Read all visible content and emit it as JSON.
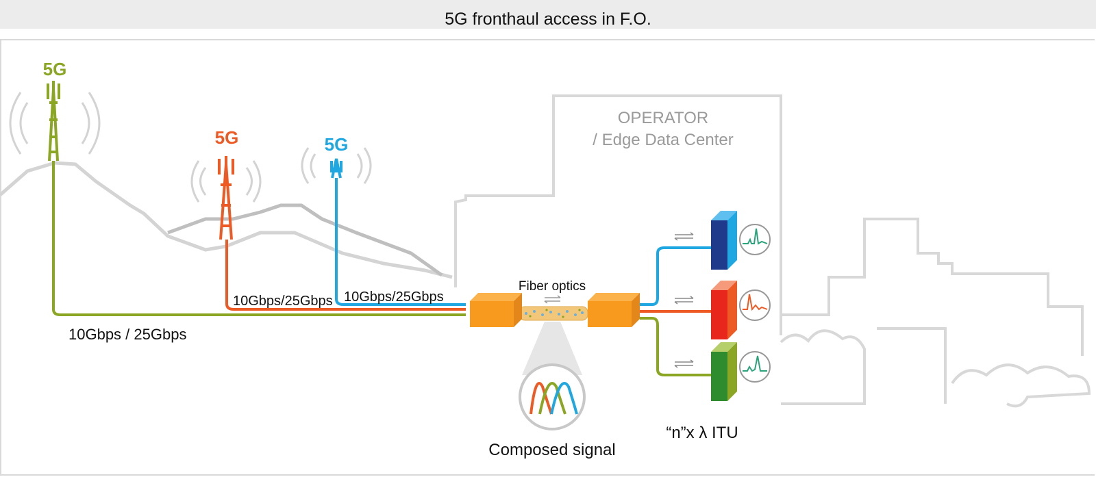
{
  "title": "5G fronthaul access in F.O.",
  "towers": [
    {
      "label": "5G",
      "color": "#8aa623"
    },
    {
      "label": "5G",
      "color": "#ee5a24"
    },
    {
      "label": "5G",
      "color": "#1ea7e1"
    }
  ],
  "links": [
    {
      "label": "10Gbps / 25Gbps",
      "color": "#8aa623"
    },
    {
      "label": "10Gbps/25Gbps",
      "color": "#ee5a24"
    },
    {
      "label": "10Gbps/25Gbps",
      "color": "#1ea7e1"
    }
  ],
  "operator": {
    "line1": "OPERATOR",
    "line2": "/ Edge Data Center"
  },
  "fiber_label": "Fiber optics",
  "composed_label": "Composed signal",
  "itu_label": "“n”x  λ ITU",
  "colors": {
    "green": "#8aa623",
    "red": "#ee5a24",
    "blue": "#1ea7e1",
    "mux_orange": "#f79a1e",
    "skyline_gray": "#d8d8d8"
  }
}
